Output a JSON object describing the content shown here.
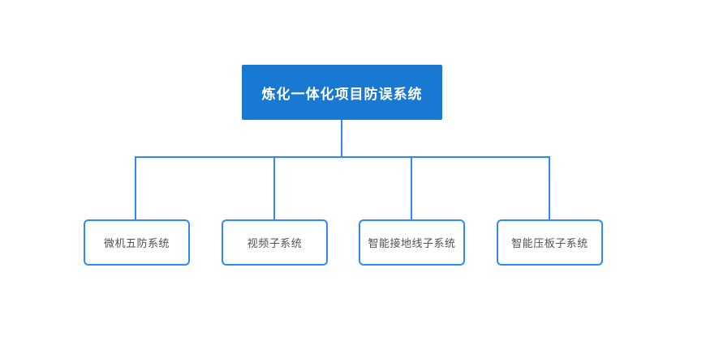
{
  "diagram": {
    "type": "org-tree",
    "background": "#ffffff",
    "colors": {
      "root_fill": "#1878d2",
      "root_text": "#ffffff",
      "connector": "#2d8cf0",
      "child_border": "#2d8cf0",
      "child_text": "#515151"
    },
    "tree": {
      "root": {
        "label": "炼化一体化项目防误系统"
      },
      "children": [
        {
          "label": "微机五防系统"
        },
        {
          "label": "视频子系统"
        },
        {
          "label": "智能接地线子系统"
        },
        {
          "label": "智能压板子系统"
        }
      ]
    }
  }
}
